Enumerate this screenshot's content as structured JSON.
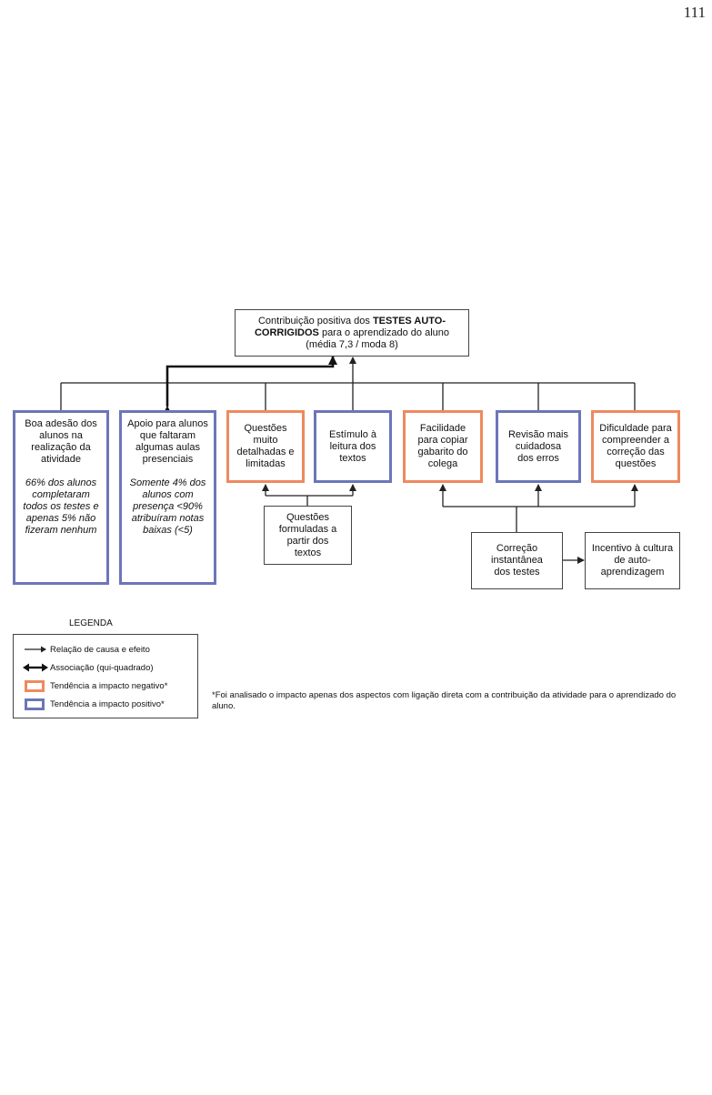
{
  "page_number": "111",
  "diagram": {
    "title": {
      "pre": "Contribuição positiva dos ",
      "bold": "TESTES AUTO-CORRIGIDOS",
      "post": " para o aprendizado do aluno",
      "line3": "(média 7,3 / moda 8)"
    },
    "aspects": [
      {
        "label": "Boa adesão dos alunos na realização da atividade",
        "detail": "66% dos alunos completaram todos os testes e apenas 5% não fizeram nenhum",
        "tendency": "positive"
      },
      {
        "label": "Apoio para alunos que faltaram algumas aulas presenciais",
        "detail": "Somente 4% dos alunos com presença <90% atribuíram notas baixas (<5)",
        "tendency": "positive"
      },
      {
        "label": "Questões muito detalhadas e limitadas",
        "tendency": "negative"
      },
      {
        "label": "Estímulo à leitura dos textos",
        "tendency": "positive"
      },
      {
        "label": "Facilidade para copiar gabarito do colega",
        "tendency": "negative"
      },
      {
        "label": "Revisão mais cuidadosa dos erros",
        "tendency": "positive"
      },
      {
        "label": "Dificuldade para compreender a correção das questões",
        "tendency": "negative"
      }
    ],
    "causes": {
      "questoes_formuladas": "Questões formuladas a partir dos textos",
      "correcao_instantanea": "Correção instantânea dos testes",
      "incentivo": "Incentivo à cultura de auto-aprendizagem"
    },
    "colors": {
      "negative": "#ee8a5e",
      "positive": "#6c76b8",
      "line": "#222222"
    }
  },
  "legend": {
    "title": "LEGENDA",
    "cause_effect": "Relação de causa e efeito",
    "association": "Associação (qui-quadrado)",
    "negative": "Tendência a impacto negativo*",
    "positive": "Tendência a impacto positivo*"
  },
  "footnote": "*Foi analisado o impacto apenas dos aspectos com ligação direta com a contribuição da atividade para o aprendizado do aluno."
}
